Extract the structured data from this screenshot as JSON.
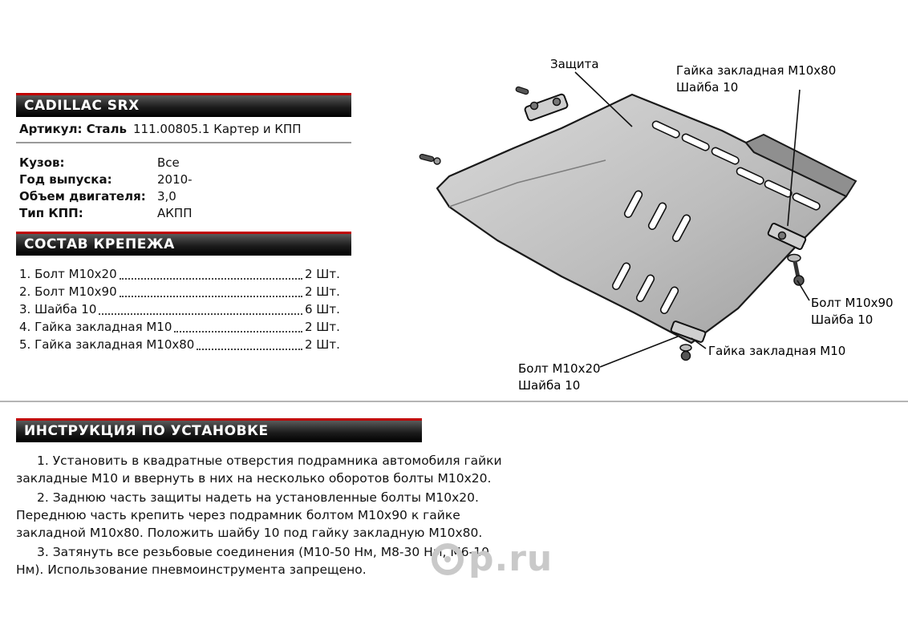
{
  "colors": {
    "accent_red": "#c00000",
    "bar_black": "#111111",
    "plate_gray": "#c2c2c2"
  },
  "header": {
    "title": "CADILLAC SRX",
    "article_label": "Артикул: Сталь",
    "article_value": "111.00805.1 Картер и КПП"
  },
  "specs": [
    {
      "label": "Кузов:",
      "value": "Все"
    },
    {
      "label": "Год выпуска:",
      "value": "2010-"
    },
    {
      "label": "Объем двигателя:",
      "value": "3,0"
    },
    {
      "label": "Тип КПП:",
      "value": "АКПП"
    }
  ],
  "hardware": {
    "title": "СОСТАВ КРЕПЕЖА",
    "items": [
      {
        "name": "1. Болт М10х20",
        "qty": "2 Шт."
      },
      {
        "name": "2. Болт М10х90",
        "qty": "2 Шт."
      },
      {
        "name": "3. Шайба 10",
        "qty": "6 Шт."
      },
      {
        "name": "4. Гайка закладная М10",
        "qty": "2 Шт."
      },
      {
        "name": "5. Гайка закладная М10х80",
        "qty": "2 Шт."
      }
    ]
  },
  "diagram": {
    "labels": {
      "plate": "Защита",
      "nut_m10x80_line1": "Гайка закладная М10х80",
      "nut_m10x80_line2": "Шайба 10",
      "bolt_m10x90_line1": "Болт М10х90",
      "bolt_m10x90_line2": "Шайба 10",
      "nut_m10": "Гайка закладная М10",
      "bolt_m10x20_line1": "Болт М10х20",
      "bolt_m10x20_line2": "Шайба 10"
    }
  },
  "instructions": {
    "title": "ИНСТРУКЦИЯ ПО УСТАНОВКЕ",
    "paragraphs": [
      "1. Установить в квадратные отверстия подрамника автомобиля гайки закладные М10 и ввернуть в них на несколько оборотов болты М10х20.",
      "2. Заднюю часть защиты надеть на установленные болты М10х20. Переднюю часть крепить через подрамник болтом М10х90 к гайке закладной М10х80. Положить шайбу 10 под гайку закладную М10х80.",
      "3. Затянуть все резьбовые соединения (М10-50 Нм, М8-30 Нм, М6-10 Нм). Использование пневмоинструмента запрещено."
    ]
  },
  "watermark": {
    "text": "р.ru"
  }
}
